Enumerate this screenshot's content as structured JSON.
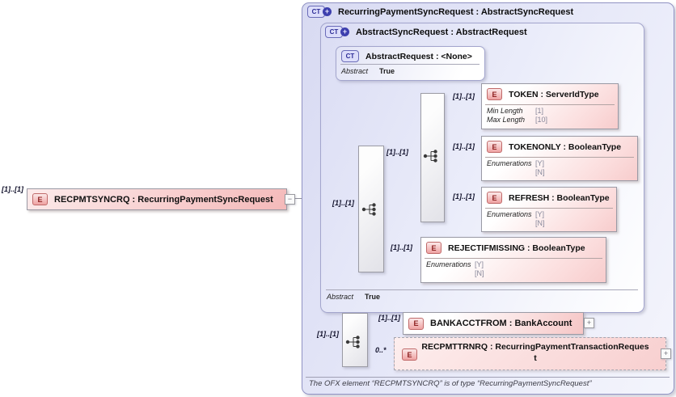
{
  "labels": {
    "card_one": "[1]..[1]",
    "card_many": "0..*",
    "e_icon": "E",
    "ct_icon": "CT",
    "plus": "+",
    "minus": "−"
  },
  "root_element": {
    "cardinality": "[1]..[1]",
    "name": "RECPMTSYNCRQ : RecurringPaymentSyncRequest"
  },
  "panel": {
    "title": "RecurringPaymentSyncRequest : AbstractSyncRequest",
    "footer": "The OFX element “RECPMTSYNCRQ” is of type “RecurringPaymentSyncRequest”"
  },
  "abstract_sync_request": {
    "title": "AbstractSyncRequest : AbstractRequest",
    "abstract_label": "Abstract",
    "abstract_value": "True"
  },
  "abstract_request": {
    "title": "AbstractRequest : <None>",
    "abstract_label": "Abstract",
    "abstract_value": "True"
  },
  "elements": {
    "token": {
      "name": "TOKEN : ServerIdType",
      "rows": [
        {
          "label": "Min Length",
          "value": "[1]"
        },
        {
          "label": "Max Length",
          "value": "[10]"
        }
      ]
    },
    "tokenonly": {
      "name": "TOKENONLY : BooleanType",
      "rows": [
        {
          "label": "Enumerations",
          "value": "[Y]"
        },
        {
          "label": "",
          "value": "[N]"
        }
      ]
    },
    "refresh": {
      "name": "REFRESH : BooleanType",
      "rows": [
        {
          "label": "Enumerations",
          "value": "[Y]"
        },
        {
          "label": "",
          "value": "[N]"
        }
      ]
    },
    "rejectifmissing": {
      "name": "REJECTIFMISSING : BooleanType",
      "rows": [
        {
          "label": "Enumerations",
          "value": "[Y]"
        },
        {
          "label": "",
          "value": "[N]"
        }
      ]
    },
    "bankacctfrom": {
      "name": "BANKACCTFROM : BankAccount"
    },
    "recpmttrnrq": {
      "name": "RECPMTTRNRQ : RecurringPaymentTransactionRequest"
    }
  }
}
